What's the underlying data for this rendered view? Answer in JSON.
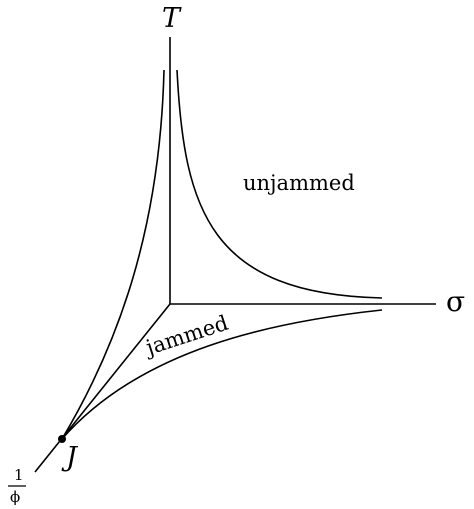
{
  "diagram": {
    "axes": {
      "temperature": "T",
      "stress": "σ",
      "inverse_density_numerator": "1",
      "inverse_density_denominator": "ϕ"
    },
    "point": {
      "label": "J"
    },
    "regions": {
      "unjammed": "unjammed",
      "jammed": "jammed"
    },
    "colors": {
      "ink": "#000000",
      "background": "#ffffff"
    }
  }
}
